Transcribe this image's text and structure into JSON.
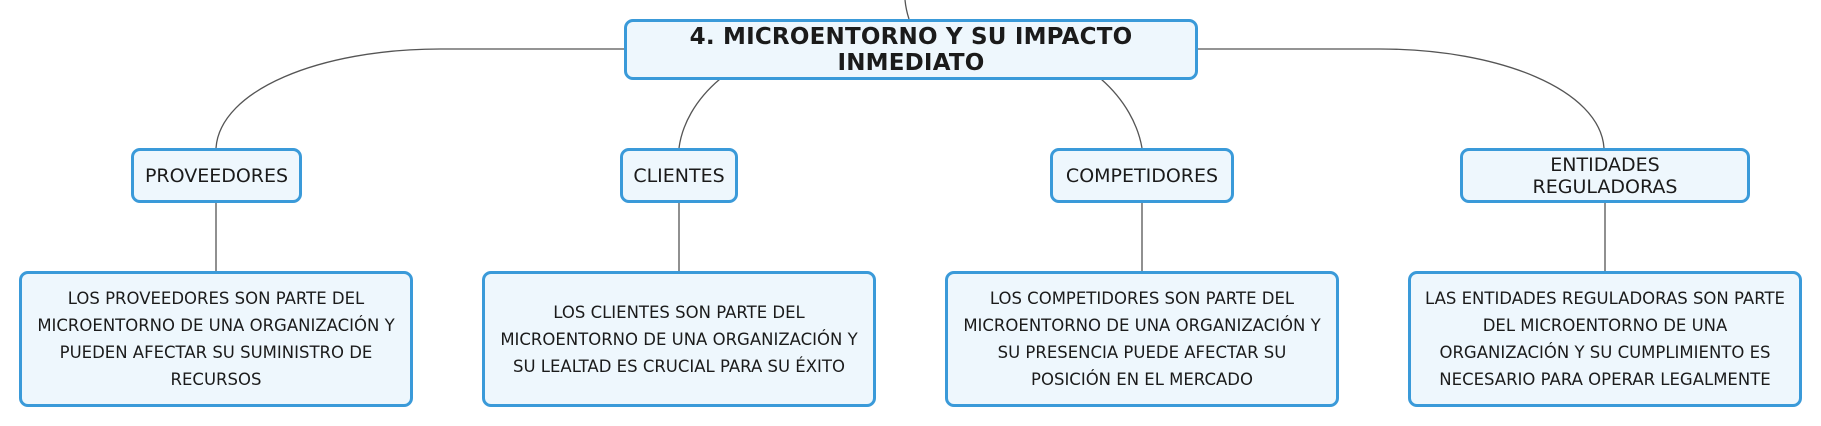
{
  "root": {
    "title": "4. MICROENTORNO Y SU IMPACTO INMEDIATO"
  },
  "branches": [
    {
      "label": "PROVEEDORES",
      "description": "LOS PROVEEDORES SON PARTE DEL MICROENTORNO DE UNA ORGANIZACIÓN Y PUEDEN AFECTAR SU SUMINISTRO DE RECURSOS"
    },
    {
      "label": "CLIENTES",
      "description": "LOS CLIENTES SON PARTE DEL MICROENTORNO DE UNA ORGANIZACIÓN Y SU LEALTAD ES CRUCIAL PARA SU ÉXITO"
    },
    {
      "label": "COMPETIDORES",
      "description": "LOS COMPETIDORES SON PARTE DEL MICROENTORNO DE UNA ORGANIZACIÓN Y SU PRESENCIA PUEDE AFECTAR SU POSICIÓN EN EL MERCADO"
    },
    {
      "label": "ENTIDADES REGULADORAS",
      "description": "LAS ENTIDADES REGULADORAS SON PARTE DEL MICROENTORNO DE UNA ORGANIZACIÓN Y SU CUMPLIMIENTO ES NECESARIO PARA OPERAR LEGALMENTE"
    }
  ],
  "colors": {
    "node_border": "#3a9ad9",
    "node_fill": "#eef7fd",
    "connector": "#555555",
    "text": "#1b1b1b"
  }
}
